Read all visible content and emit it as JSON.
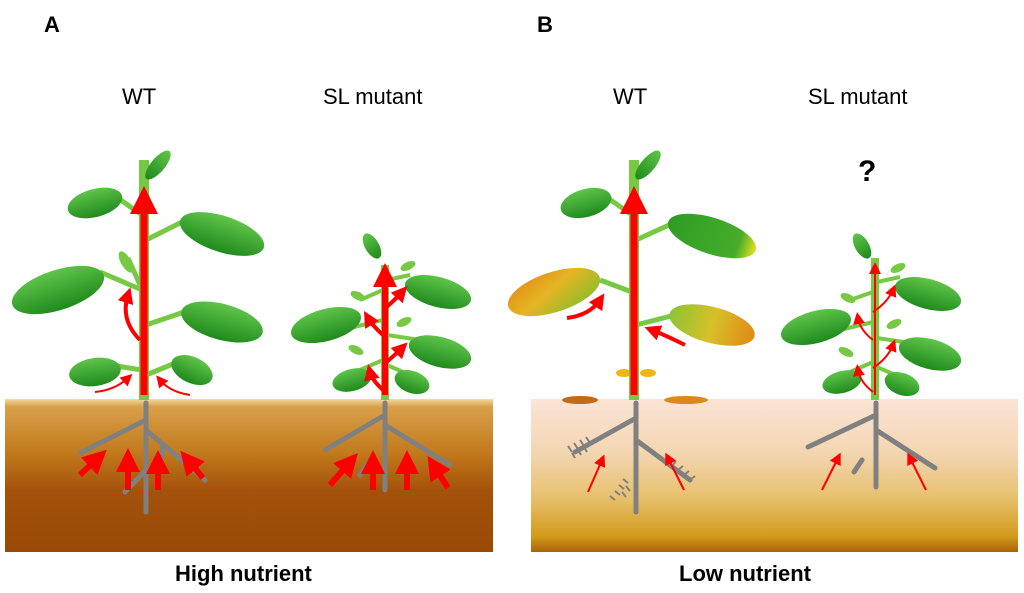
{
  "panels": [
    {
      "letter": "A",
      "wt_title": "WT",
      "mutant_title": "SL mutant",
      "condition": "High nutrient"
    },
    {
      "letter": "B",
      "wt_title": "WT",
      "mutant_title": "SL mutant",
      "condition": "Low nutrient",
      "unknown_mark": "?"
    }
  ],
  "colors": {
    "stem": "#77c944",
    "leaf": "#2e9c25",
    "leaf_vein": "#c8e6a8",
    "arrow": "#ff0000",
    "root": "#808080",
    "soil_high_top": "#e9b86a",
    "soil_high_bottom": "#9a4a06",
    "soil_low_top": "#fbe2d3",
    "soil_low_bottom": "#b8740c"
  }
}
